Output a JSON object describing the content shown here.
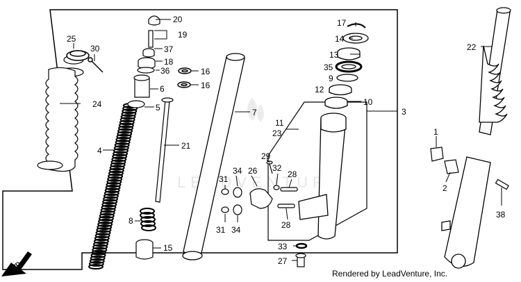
{
  "watermark": "LEADVENTURE",
  "direction_label": "FWD",
  "credit": "Rendered by LeadVenture, Inc.",
  "callouts": [
    {
      "id": "c20",
      "text": "20"
    },
    {
      "id": "c19",
      "text": "19"
    },
    {
      "id": "c37",
      "text": "37"
    },
    {
      "id": "c18",
      "text": "18"
    },
    {
      "id": "c36",
      "text": "36"
    },
    {
      "id": "c16a",
      "text": "16"
    },
    {
      "id": "c16b",
      "text": "16"
    },
    {
      "id": "c6",
      "text": "6"
    },
    {
      "id": "c5",
      "text": "5"
    },
    {
      "id": "c25",
      "text": "25"
    },
    {
      "id": "c30",
      "text": "30"
    },
    {
      "id": "c24",
      "text": "24"
    },
    {
      "id": "c4",
      "text": "4"
    },
    {
      "id": "c21",
      "text": "21"
    },
    {
      "id": "c8",
      "text": "8"
    },
    {
      "id": "c15",
      "text": "15"
    },
    {
      "id": "c7",
      "text": "7"
    },
    {
      "id": "c17",
      "text": "17"
    },
    {
      "id": "c14",
      "text": "14"
    },
    {
      "id": "c13",
      "text": "13"
    },
    {
      "id": "c35",
      "text": "35"
    },
    {
      "id": "c9",
      "text": "9"
    },
    {
      "id": "c12",
      "text": "12"
    },
    {
      "id": "c10",
      "text": "10"
    },
    {
      "id": "c3",
      "text": "3"
    },
    {
      "id": "c11",
      "text": "11"
    },
    {
      "id": "c23",
      "text": "23"
    },
    {
      "id": "c29",
      "text": "29"
    },
    {
      "id": "c34a",
      "text": "34"
    },
    {
      "id": "c26",
      "text": "26"
    },
    {
      "id": "c32",
      "text": "32"
    },
    {
      "id": "c28a",
      "text": "28"
    },
    {
      "id": "c31a",
      "text": "31"
    },
    {
      "id": "c31b",
      "text": "31"
    },
    {
      "id": "c34b",
      "text": "34"
    },
    {
      "id": "c28b",
      "text": "28"
    },
    {
      "id": "c33",
      "text": "33"
    },
    {
      "id": "c27",
      "text": "27"
    },
    {
      "id": "c22",
      "text": "22"
    },
    {
      "id": "c1",
      "text": "1"
    },
    {
      "id": "c2",
      "text": "2"
    },
    {
      "id": "c38",
      "text": "38"
    }
  ]
}
